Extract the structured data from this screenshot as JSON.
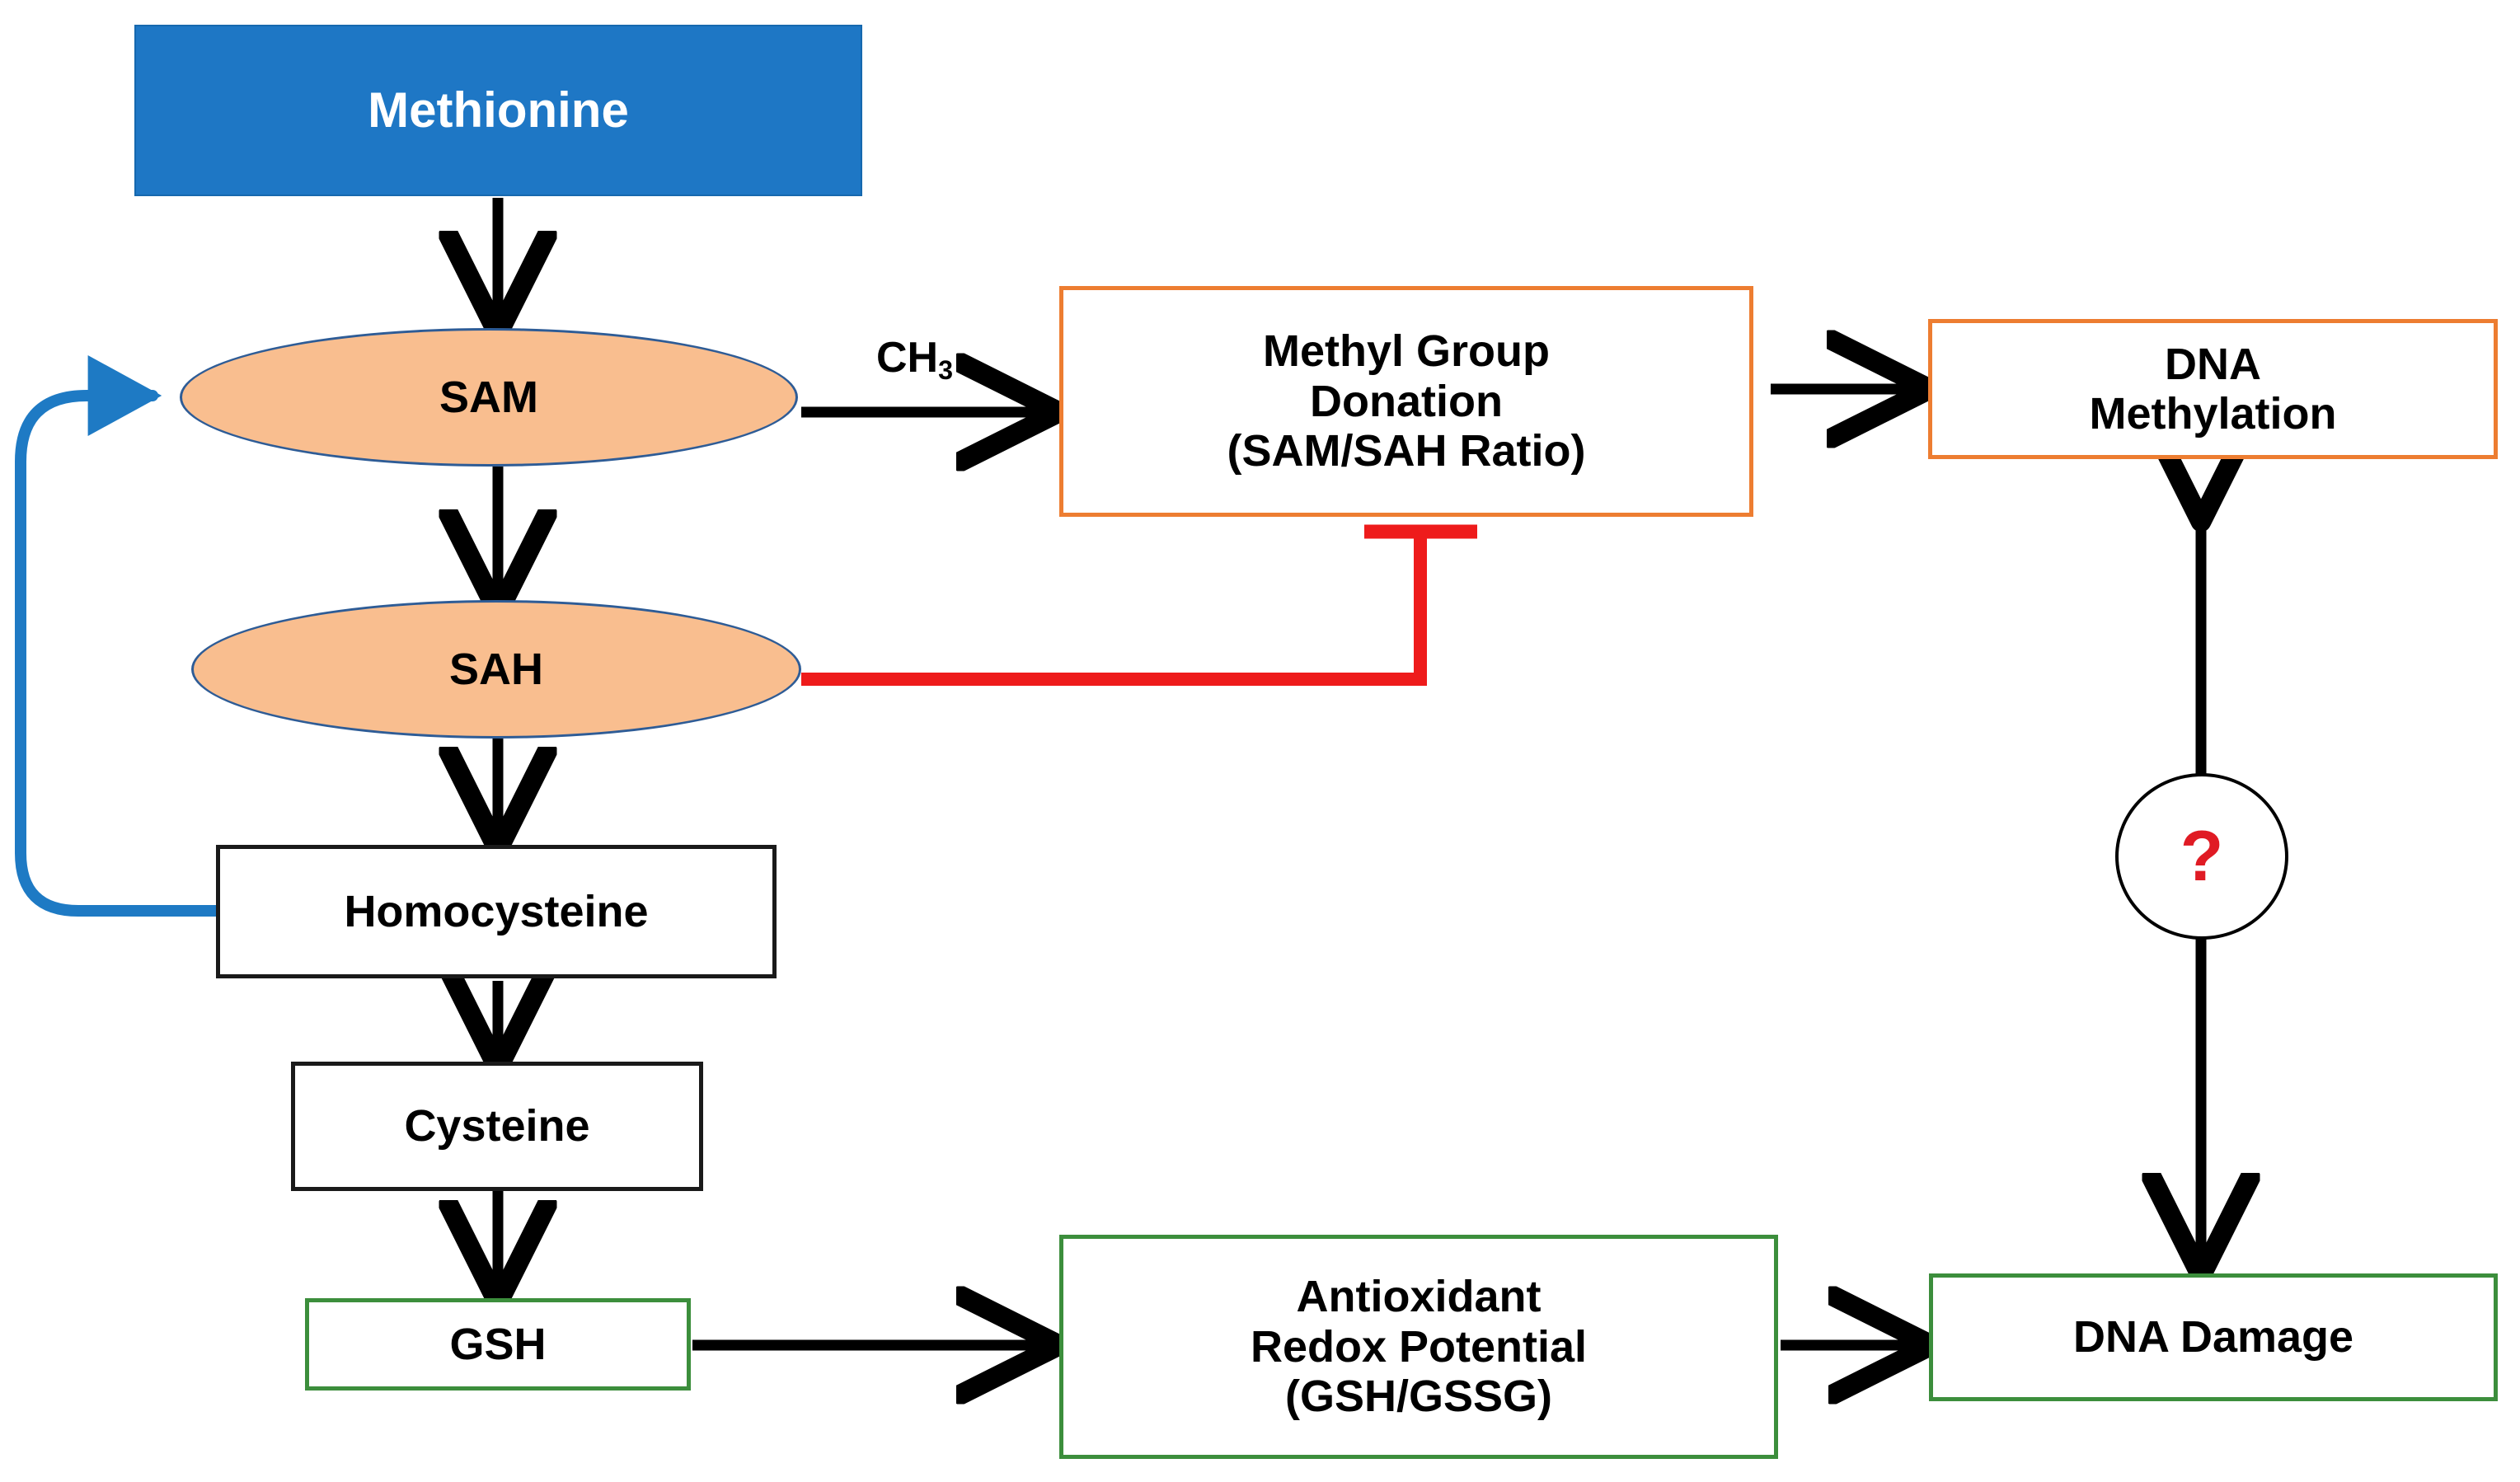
{
  "diagram": {
    "title": "Methionine cycle, transsulfuration and glutathione pathway",
    "background": "#ffffff",
    "colors": {
      "methionine_fill": "#1E77C5",
      "metabolite_ellipse_fill": "#F9BE8F",
      "metabolite_ellipse_border": "#2E5C96",
      "neutral_box_border": "#1A1A1A",
      "methylation_box_border": "#ED7D31",
      "redox_box_border": "#3C8E3C",
      "inhibition_line": "#EE1B1B",
      "feedback_arrow": "#1E7AC4",
      "question_mark": "#E01B24",
      "arrow_default": "#000000"
    }
  },
  "nodes": {
    "methionine": {
      "label": "Methionine",
      "shape": "rect",
      "style": "filled-blue"
    },
    "sam": {
      "label": "SAM",
      "shape": "ellipse",
      "style": "peach"
    },
    "sah": {
      "label": "SAH",
      "shape": "ellipse",
      "style": "peach"
    },
    "homocysteine": {
      "label": "Homocysteine",
      "shape": "rect",
      "style": "black-outline"
    },
    "cysteine": {
      "label": "Cysteine",
      "shape": "rect",
      "style": "black-outline"
    },
    "gsh": {
      "label": "GSH",
      "shape": "rect",
      "style": "green-outline"
    },
    "methyl_group_donation": {
      "line1": "Methyl Group",
      "line2": "Donation",
      "line3": "(SAM/SAH Ratio)",
      "shape": "rect",
      "style": "orange-outline"
    },
    "dna_methylation": {
      "line1": "DNA",
      "line2": "Methylation",
      "shape": "rect",
      "style": "orange-outline"
    },
    "antioxidant_redox_potential": {
      "line1": "Antioxidant",
      "line2": "Redox Potential",
      "line3": "(GSH/GSSG)",
      "shape": "rect",
      "style": "green-outline"
    },
    "dna_damage": {
      "label": "DNA Damage",
      "shape": "rect",
      "style": "green-outline"
    }
  },
  "edges": {
    "methionine_to_sam": {
      "type": "arrow",
      "color": "#000000",
      "label": ""
    },
    "sam_to_sah": {
      "type": "arrow",
      "color": "#000000",
      "label": ""
    },
    "sah_to_homocysteine": {
      "type": "arrow",
      "color": "#000000",
      "label": ""
    },
    "homocysteine_to_cysteine": {
      "type": "arrow",
      "color": "#000000",
      "label": ""
    },
    "cysteine_to_gsh": {
      "type": "arrow",
      "color": "#000000",
      "label": ""
    },
    "sam_to_methyl_donation": {
      "type": "arrow",
      "color": "#000000",
      "label_html": "CH3",
      "label_base": "CH",
      "label_sub": "3"
    },
    "methyl_donation_to_dna_methylation": {
      "type": "arrow",
      "color": "#000000",
      "label": ""
    },
    "sah_inhibits_methyl_donation": {
      "type": "inhibition",
      "color": "#EE1B1B",
      "label": ""
    },
    "homocysteine_to_sam_feedback": {
      "type": "arrow",
      "color": "#1E7AC4",
      "label": ""
    },
    "gsh_to_redox": {
      "type": "arrow",
      "color": "#000000",
      "label": ""
    },
    "redox_to_dna_damage": {
      "type": "arrow",
      "color": "#000000",
      "label": ""
    },
    "dna_methylation_dna_damage_link": {
      "type": "double-arrow",
      "color": "#000000",
      "marker_label": "?"
    }
  }
}
